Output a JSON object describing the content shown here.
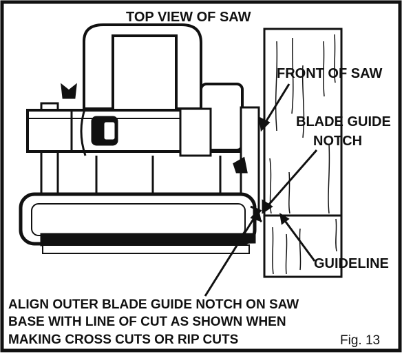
{
  "labels": {
    "title": "TOP VIEW OF SAW",
    "front_of_saw": "FRONT OF SAW",
    "blade_guide_line1": "BLADE GUIDE",
    "blade_guide_line2": "NOTCH",
    "guideline": "GUIDELINE"
  },
  "caption": {
    "line1": "ALIGN OUTER BLADE GUIDE NOTCH ON SAW",
    "line2": "BASE WITH LINE OF CUT AS SHOWN WHEN",
    "line3": "MAKING CROSS CUTS OR RIP CUTS"
  },
  "figure_number": "Fig. 13",
  "colors": {
    "ink": "#111111",
    "paper": "#ffffff"
  }
}
